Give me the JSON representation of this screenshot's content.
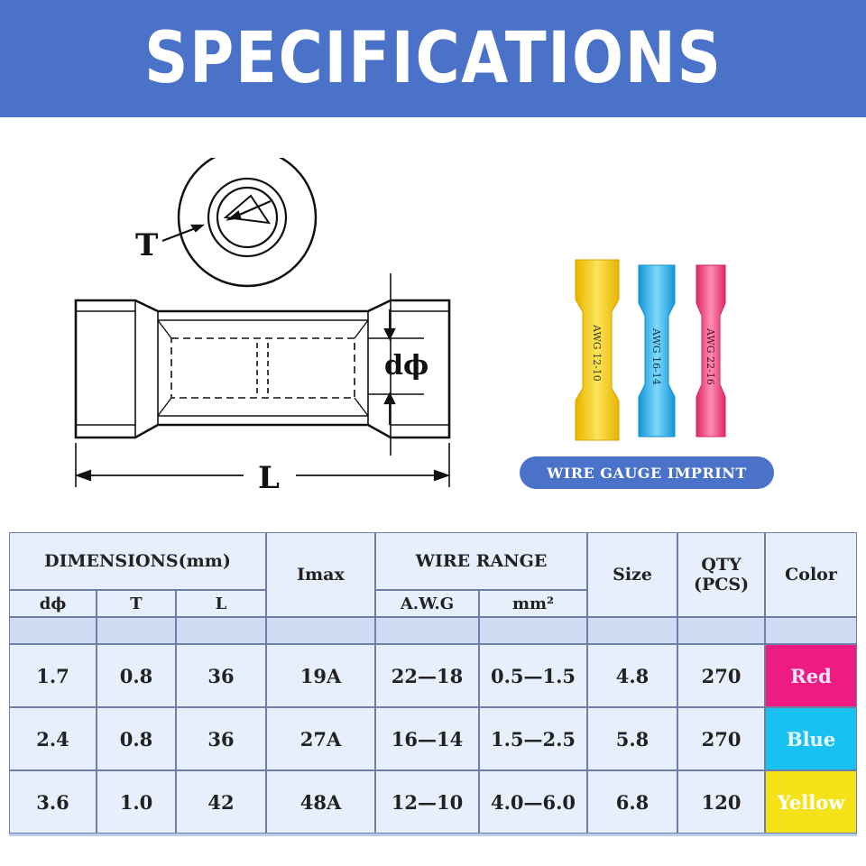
{
  "banner": {
    "title": "SPECIFICATIONS"
  },
  "diagram": {
    "label_t": "T",
    "label_d": "dϕ",
    "label_l": "L"
  },
  "photo": {
    "connectors": [
      {
        "imprint": "AWG 12-10",
        "color": "#f3cf2a"
      },
      {
        "imprint": "AWG 16-14",
        "color": "#2ab4ea"
      },
      {
        "imprint": "AWG 22-16",
        "color": "#f2447f"
      }
    ],
    "caption": "WIRE GAUGE IMPRINT"
  },
  "table": {
    "header": {
      "dimensions": "DIMENSIONS(mm)",
      "dphi": "dϕ",
      "t": "T",
      "l": "L",
      "imax": "Imax",
      "wire_range": "WIRE RANGE",
      "awg": "A.W.G",
      "mm2": "mm²",
      "size": "Size",
      "qty": "QTY (PCS)",
      "color": "Color"
    },
    "rows": [
      {
        "dphi": "1.7",
        "t": "0.8",
        "l": "36",
        "imax": "19A",
        "awg": "22—18",
        "mm2": "0.5—1.5",
        "size": "4.8",
        "qty": "270",
        "color": "Red",
        "swatch": "#ee1b82"
      },
      {
        "dphi": "2.4",
        "t": "0.8",
        "l": "36",
        "imax": "27A",
        "awg": "16—14",
        "mm2": "1.5—2.5",
        "size": "5.8",
        "qty": "270",
        "color": "Blue",
        "swatch": "#19c1f1"
      },
      {
        "dphi": "3.6",
        "t": "1.0",
        "l": "42",
        "imax": "48A",
        "awg": "12—10",
        "mm2": "4.0—6.0",
        "size": "6.8",
        "qty": "120",
        "color": "Yellow",
        "swatch": "#f6e219"
      }
    ]
  }
}
